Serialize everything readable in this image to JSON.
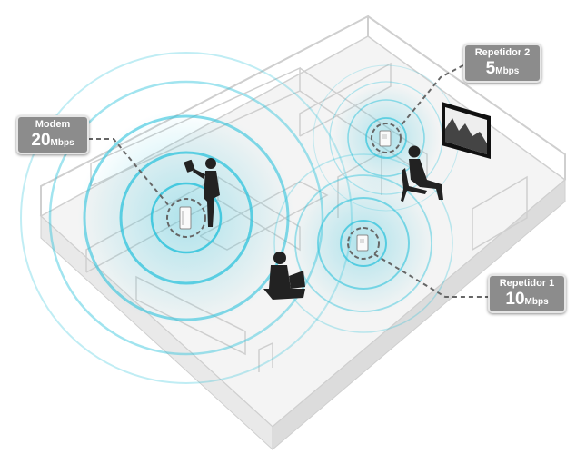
{
  "colors": {
    "signal": "#2fc3dc",
    "signal_light": "#8fe0ee",
    "walls": "#d6d6d6",
    "floor": "#f3f3f3",
    "callout_bg": "#8c8c8c",
    "silhouette": "#222222"
  },
  "devices": [
    {
      "id": "modem",
      "name": "Modem",
      "speed": "20",
      "unit": "Mbps",
      "icon": "modem-icon",
      "signal_strength": 1.0
    },
    {
      "id": "rep2",
      "name": "Repetidor 2",
      "speed": "5",
      "unit": "Mbps",
      "icon": "repeater-icon",
      "signal_strength": 0.25
    },
    {
      "id": "rep1",
      "name": "Repetidor 1",
      "speed": "10",
      "unit": "Mbps",
      "icon": "repeater-icon",
      "signal_strength": 0.5
    }
  ],
  "people": [
    {
      "id": "standing-person-tablet",
      "icon": "person-with-tablet-icon"
    },
    {
      "id": "sitting-person-laptop",
      "icon": "person-with-laptop-icon"
    },
    {
      "id": "seated-person-chair",
      "icon": "person-on-chair-icon"
    }
  ],
  "decor": [
    {
      "id": "tv",
      "icon": "tv-landscape-icon"
    }
  ]
}
